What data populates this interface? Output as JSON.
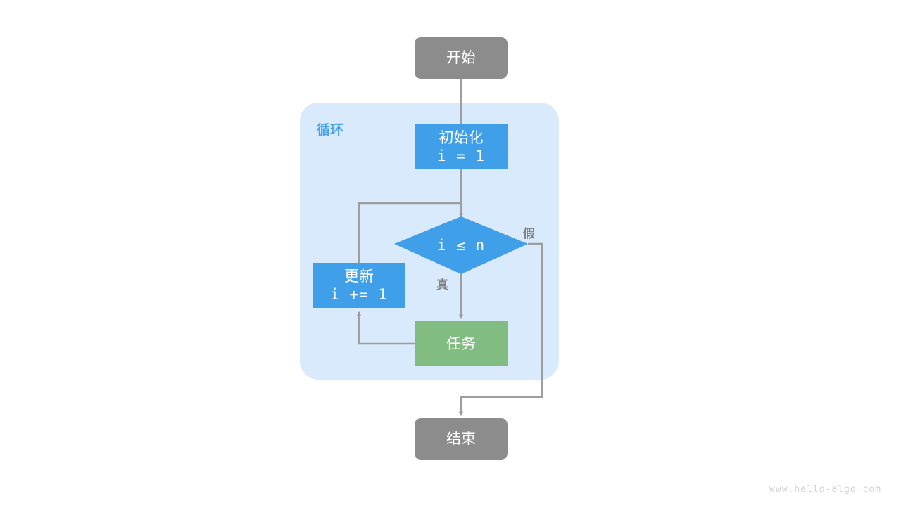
{
  "diagram": {
    "type": "flowchart",
    "title_label": "循环",
    "colors": {
      "terminal": "#8c8c8c",
      "process": "#3f9fe8",
      "task": "#81bd80",
      "group_bg": "#d8eafb",
      "group_label": "#4aa3e8",
      "connector": "#9e9e9e",
      "node_text": "#ffffff",
      "edge_text": "#7f7f7f",
      "watermark": "#d2d2d2",
      "page_bg": "#ffffff"
    },
    "nodes": {
      "start": {
        "label": "开始",
        "shape": "rounded-rect",
        "fill": "#8c8c8c"
      },
      "init": {
        "label": "初始化",
        "expression": "i = 1",
        "shape": "rect",
        "fill": "#3f9fe8"
      },
      "condition": {
        "label": "i ≤ n",
        "shape": "diamond",
        "fill": "#3f9fe8"
      },
      "update": {
        "label": "更新",
        "expression": "i += 1",
        "shape": "rect",
        "fill": "#3f9fe8"
      },
      "task": {
        "label": "任务",
        "shape": "rect",
        "fill": "#81bd80"
      },
      "end": {
        "label": "结束",
        "shape": "rounded-rect",
        "fill": "#8c8c8c"
      }
    },
    "edges": {
      "condition_true": "真",
      "condition_false": "假"
    }
  },
  "watermark": {
    "text": "www.hello-algo.com"
  }
}
